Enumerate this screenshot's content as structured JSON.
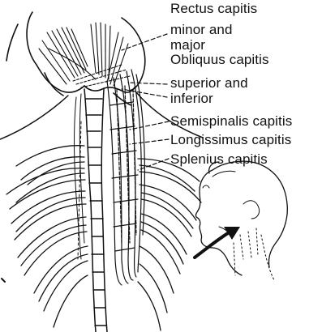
{
  "labels": [
    "Rectus capitis",
    "minor and",
    "major",
    "Obliquus capitis",
    "superior and",
    "inferior",
    "Semispinalis capitis",
    "Longissimus capitis",
    "Splenius capitis"
  ],
  "colors": {
    "ink": "#111111",
    "background": "#ffffff"
  }
}
